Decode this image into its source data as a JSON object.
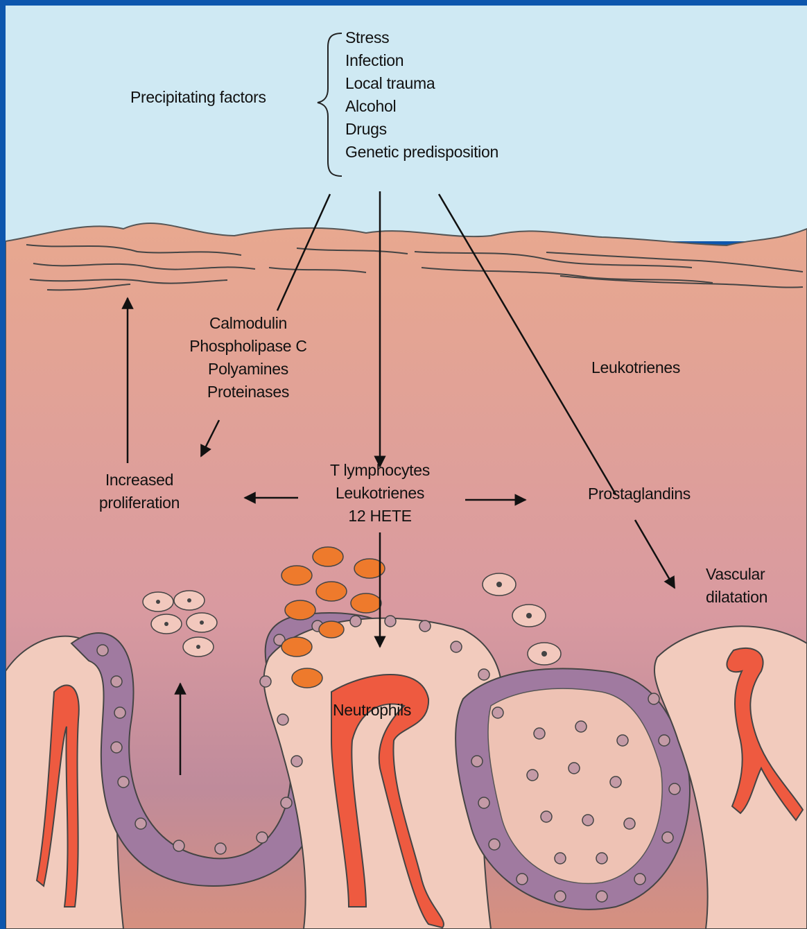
{
  "colors": {
    "sky": "#cfe9f3",
    "skin_top": "#e6a68e",
    "skin_bottom": "#b48494",
    "papilla": "#f2cbbd",
    "cell_purple": "#a07aa0",
    "vessel": "#ee5a40",
    "neutrophil": "#ee7a2c",
    "lymphocyte": "#f2c8bd",
    "frame": "#0d56ad"
  },
  "labels": {
    "precipitating_factors": "Precipitating factors",
    "factors": [
      "Stress",
      "Infection",
      "Local trauma",
      "Alcohol",
      "Drugs",
      "Genetic predisposition"
    ],
    "mediators": [
      "Calmodulin",
      "Phospholipase C",
      "Polyamines",
      "Proteinases"
    ],
    "leukotrienes_right": "Leukotrienes",
    "increased_proliferation": [
      "Increased",
      "proliferation"
    ],
    "center_mediators": [
      "T lymphocytes",
      "Leukotrienes",
      "12 HETE"
    ],
    "prostaglandins": "Prostaglandins",
    "vascular_dilatation": [
      "Vascular",
      "dilatation"
    ],
    "neutrophils": "Neutrophils"
  }
}
